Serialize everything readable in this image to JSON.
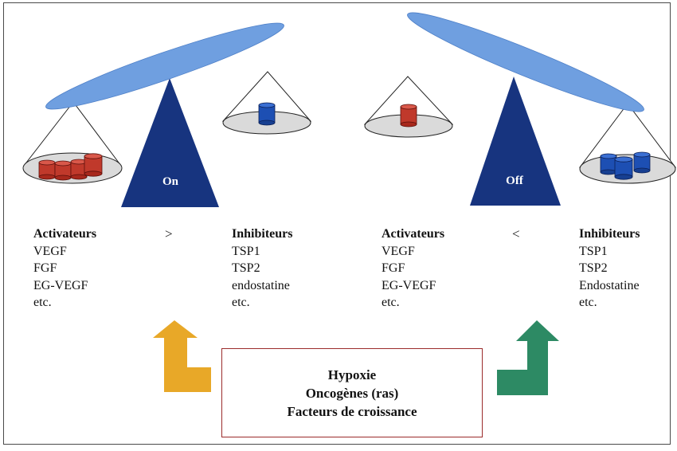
{
  "colors": {
    "beam": "#6f9fe0",
    "fulcrum": "#17347f",
    "activator_cylinder": "#c0392b",
    "inhibitor_cylinder": "#1d4fb3",
    "arrow_on": "#e8a828",
    "arrow_off": "#2d8a64",
    "box_border": "#9b2b2b"
  },
  "left_balance": {
    "state_label": "On",
    "comparator": ">",
    "activators": {
      "title": "Activateurs",
      "items": [
        "VEGF",
        "FGF",
        "EG-VEGF",
        "etc."
      ]
    },
    "inhibitors": {
      "title": "Inhibiteurs",
      "items": [
        "TSP1",
        "TSP2",
        "endostatine",
        "etc."
      ]
    }
  },
  "right_balance": {
    "state_label": "Off",
    "comparator": "<",
    "activators": {
      "title": "Activateurs",
      "items": [
        "VEGF",
        "FGF",
        "EG-VEGF",
        "etc."
      ]
    },
    "inhibitors": {
      "title": "Inhibiteurs",
      "items": [
        "TSP1",
        "TSP2",
        "Endostatine",
        "etc."
      ]
    }
  },
  "factors_box": {
    "lines": [
      "Hypoxie",
      "Oncogènes (ras)",
      "Facteurs de croissance"
    ]
  }
}
